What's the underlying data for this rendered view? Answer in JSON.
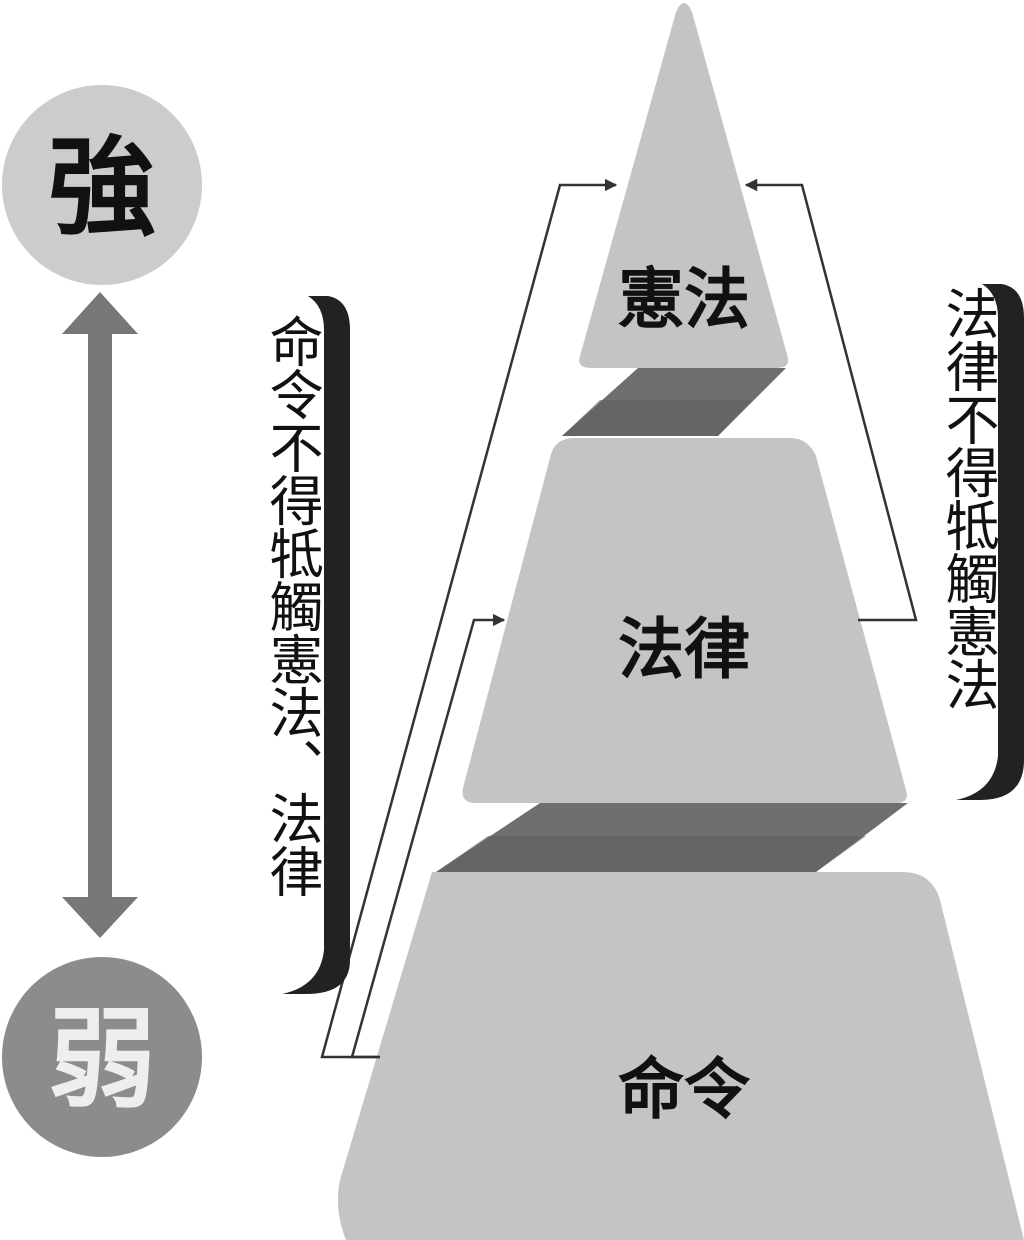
{
  "scale": {
    "strong_label": "強",
    "weak_label": "弱"
  },
  "tiers": {
    "constitution": "憲法",
    "law": "法律",
    "order": "命令"
  },
  "side_notes": {
    "left": "命令不得牴觸憲法、法律",
    "right": "法律不得牴觸憲法"
  },
  "colors": {
    "tier_fill": "#c4c4c4",
    "connector": "#6f6f6f",
    "connector_dark": "#5a5a5a",
    "weak_circle": "#8c8c8c",
    "strong_circle": "#cccccc",
    "arrow": "#777777"
  }
}
